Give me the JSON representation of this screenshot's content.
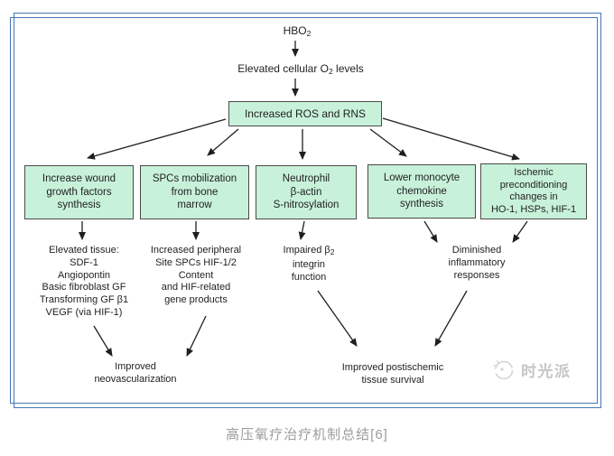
{
  "colors": {
    "frame": "#4576b4",
    "box_fill": "#c8f1da",
    "box_border": "#4a4a4a",
    "arrow": "#1f1f1f",
    "watermark": "#c6c6c6",
    "caption": "#9c9c9c"
  },
  "top": {
    "hbo2": {
      "pre": "HBO",
      "sub": "2"
    },
    "elevated": {
      "pre": "Elevated cellular O",
      "sub": "2",
      "post": " levels"
    },
    "ros_label": "Increased ROS and RNS"
  },
  "boxes": [
    {
      "lines": [
        "Increase wound",
        "growth factors",
        "synthesis"
      ]
    },
    {
      "lines": [
        "SPCs mobilization",
        "from bone",
        "marrow"
      ]
    },
    {
      "lines": [
        "Neutrophil",
        "β-actin",
        "S-nitrosylation"
      ]
    },
    {
      "lines": [
        "Lower monocyte",
        "chemokine",
        "synthesis"
      ]
    },
    {
      "lines": [
        "Ischemic",
        "preconditioning",
        "changes in",
        "HO-1, HSPs, HIF-1"
      ]
    }
  ],
  "blocks": [
    {
      "lines": [
        "Elevated tissue:",
        "SDF-1",
        "Angiopontin",
        "Basic fibroblast GF",
        "Transforming GF β1",
        "VEGF (via HIF-1)"
      ]
    },
    {
      "lines": [
        "Increased peripheral",
        "Site SPCs HIF-1/2",
        "Content",
        "and HIF-related",
        "gene products"
      ]
    },
    {
      "pre": "Impaired β",
      "sub": "2",
      "lines": [
        "integrin",
        "function"
      ]
    },
    {
      "lines": [
        "Diminished",
        "inflammatory",
        "responses"
      ]
    }
  ],
  "outcomes": [
    {
      "lines": [
        "Improved",
        "neovascularization"
      ]
    },
    {
      "lines": [
        "Improved postischemic",
        "tissue survival"
      ]
    }
  ],
  "watermark": {
    "text": "时光派"
  },
  "caption": "高压氧疗治疗机制总结[6]"
}
